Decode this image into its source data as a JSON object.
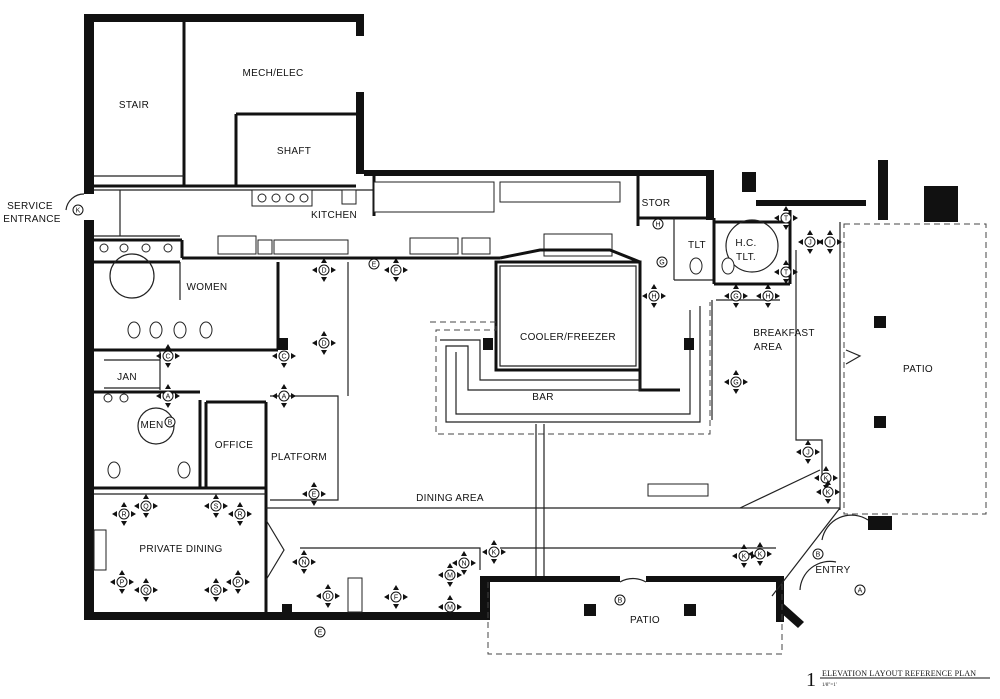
{
  "rooms": {
    "stair": "STAIR",
    "mech_elec": "MECH/ELEC",
    "shaft": "SHAFT",
    "service_entrance_line1": "SERVICE",
    "service_entrance_line2": "ENTRANCE",
    "kitchen": "KITCHEN",
    "stor": "STOR",
    "tlt": "TLT",
    "hc_tlt_line1": "H.C.",
    "hc_tlt_line2": "TLT.",
    "women": "WOMEN",
    "cooler_freezer": "COOLER/FREEZER",
    "breakfast_line1": "BREAKFAST",
    "breakfast_line2": "AREA",
    "patio_east": "PATIO",
    "jan": "JAN",
    "bar": "BAR",
    "men": "MEN",
    "office": "OFFICE",
    "platform": "PLATFORM",
    "dining_area": "DINING AREA",
    "private_dining": "PRIVATE DINING",
    "entry": "ENTRY",
    "patio_south": "PATIO"
  },
  "tags": [
    "A",
    "B",
    "C",
    "D",
    "E",
    "F",
    "G",
    "H",
    "I",
    "J",
    "K",
    "L",
    "M",
    "N",
    "P",
    "Q",
    "R",
    "S",
    "T"
  ],
  "title_block": {
    "number": "1",
    "title": "ELEVATION LAYOUT REFERENCE PLAN",
    "scale": "1/8\"=1'"
  }
}
